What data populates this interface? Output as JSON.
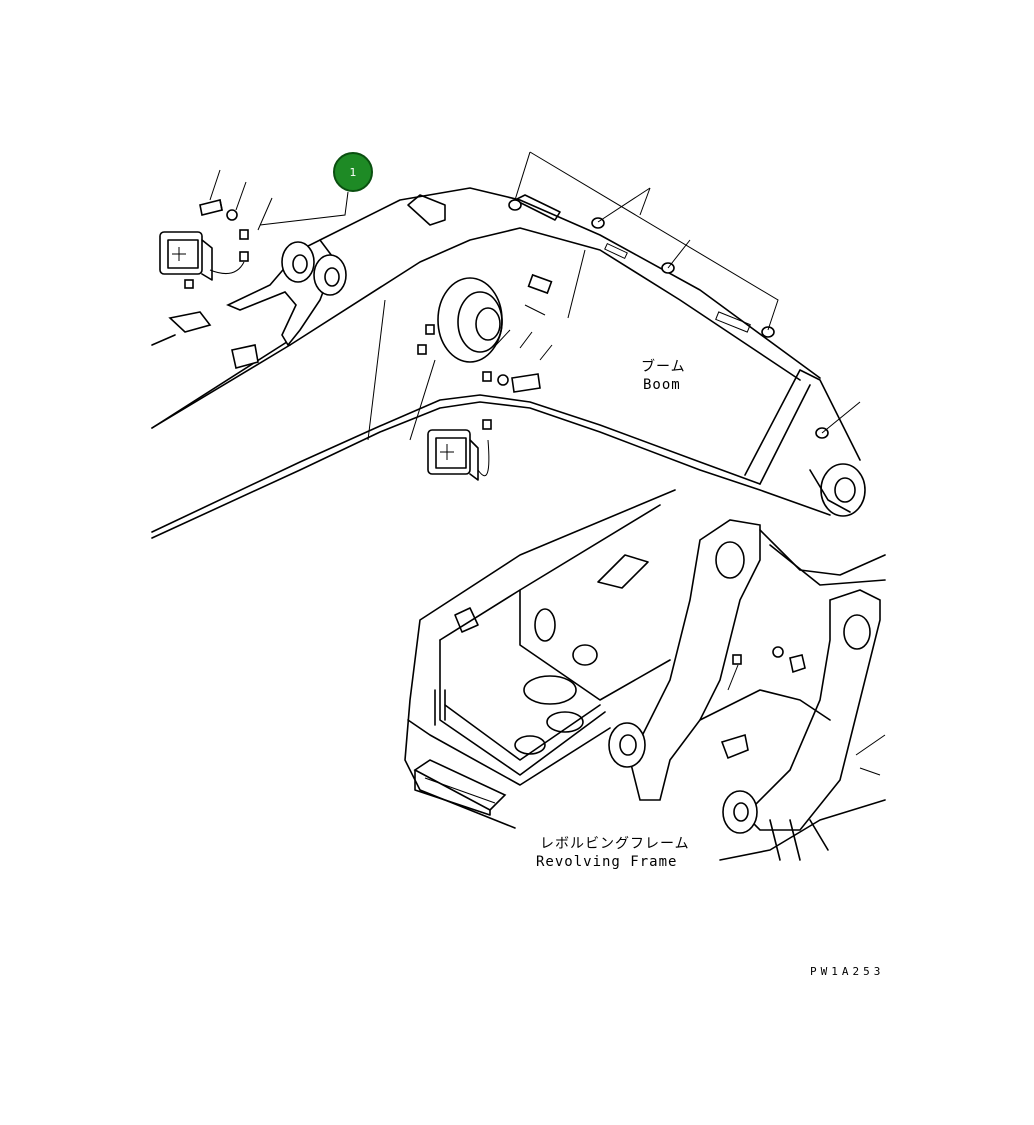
{
  "callout": {
    "number": "1"
  },
  "labels": {
    "boom_jp": "ブーム",
    "boom_en": "Boom",
    "frame_jp": "レボルビングフレーム",
    "frame_en": "Revolving Frame",
    "drawing_code": "PW1A253"
  },
  "colors": {
    "callout_fill": "#1e8a25",
    "line": "#000000",
    "background": "#ffffff"
  }
}
